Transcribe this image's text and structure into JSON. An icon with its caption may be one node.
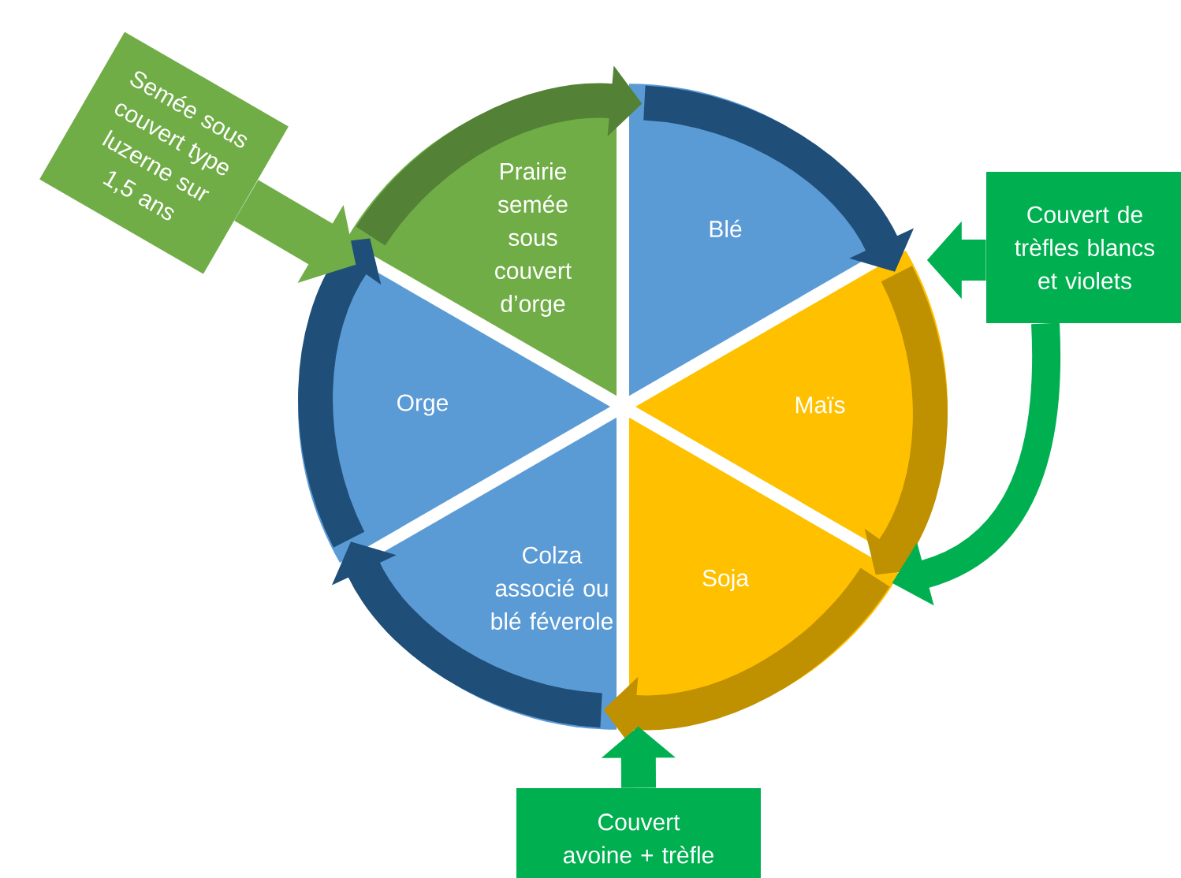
{
  "diagram": {
    "nodes": [
      {
        "text": [
          "Semée sous couvert type luzerne sur 1,5 ans"
        ]
      },
      {
        "text": [
          "Prairie semée sous couvert d’orge"
        ]
      },
      {
        "text": [
          "Blé"
        ]
      },
      {
        "text": [
          "Couvert de trèfles blancs et violets"
        ]
      },
      {
        "text": [
          "Orge"
        ]
      },
      {
        "text": [
          "Maïs"
        ]
      },
      {
        "text": [
          "Colza associé ou blé féverole"
        ]
      },
      {
        "text": [
          "Soja"
        ]
      },
      {
        "text": [
          "Couvert avoine + trèfle"
        ]
      }
    ],
    "edges": [
      {
        "from": 1,
        "to": 2,
        "arrow": "to",
        "color": "#538135"
      },
      {
        "from": 2,
        "to": 5,
        "arrow": "to",
        "color": "#1f4e79"
      },
      {
        "from": 5,
        "to": 7,
        "arrow": "to",
        "color": "#bf9000"
      },
      {
        "from": 7,
        "to": 6,
        "arrow": "to",
        "color": "#bf9000"
      },
      {
        "from": 6,
        "to": 4,
        "arrow": "to",
        "color": "#1f4e79"
      },
      {
        "from": 4,
        "to": 1,
        "arrow": "to",
        "color": "#1f4e79"
      },
      {
        "from": 0,
        "to": 1,
        "arrow": "to",
        "color": "#70ad47"
      },
      {
        "from": 3,
        "to": 5,
        "arrow": "to",
        "color": "#00b050"
      },
      {
        "from": 3,
        "to": 7,
        "arrow": "to",
        "color": "#00b050"
      },
      {
        "from": 8,
        "to": 7,
        "arrow": "to",
        "color": "#00b050"
      }
    ]
  }
}
